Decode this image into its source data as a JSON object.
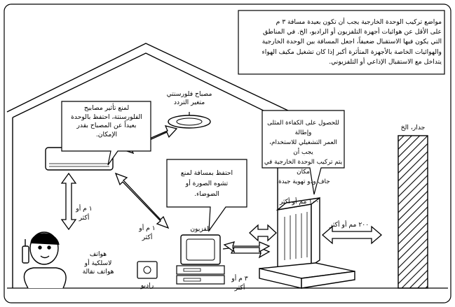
{
  "labels": {
    "top_note": "مواضع تركيب الوحدة الخارجية يجب أن تكون بعيدة مسافة ٣ م\nعلى الأقل عن هوائيات أجهزة التلفزيون أو الراديو، الخ. في المناطق\nالتي يكون فيها الاستقبال ضعيفاً، اجعل المسافة بين الوحدة الخارجية\nوالهوائيات الخاصة بالأجهزة المتأثرة أكبر إذا كان تشغيل مكيف الهواء\nيتداخل مع الاستقبال الإذاعي أو التلفزيوني.",
    "fluorescent_note": "لمنع تأثير مصابيح\nالفلورسنتة، احتفظ بالوحدة\nبعيداً عن المصباح بقدر\nالإمكان.",
    "fluorescent_lamp": "مصباح فلورسنتي\nمتغير التردد",
    "distortion_note": "احتفظ بمسافة لمنع\nتشوه الصورة أو\nالضوضاء.",
    "outdoor_note": "للحصول على الكفاءة المثلى وإطالة\nالعمر التشغيلي للاستخدام، يجب أن\nيتم تركيب الوحدة الخارجية في مكان\nجاف وذو تهوية جيدة.",
    "wall": "جدار، الخ",
    "dist_100": "١٠٠ مم أو أكثر",
    "dist_200": "٢٠٠ مم أو أكثر",
    "dist_1m_a": "١ م أو\nأكثر",
    "dist_1m_b": "١ م أو\nأكثر",
    "dist_3m": "٣ م أو\nأكثر",
    "tv": "تلفزيون",
    "radio": "راديو",
    "phones": "هواتف\nلاسلكية أو\nهواتف نقالة"
  }
}
